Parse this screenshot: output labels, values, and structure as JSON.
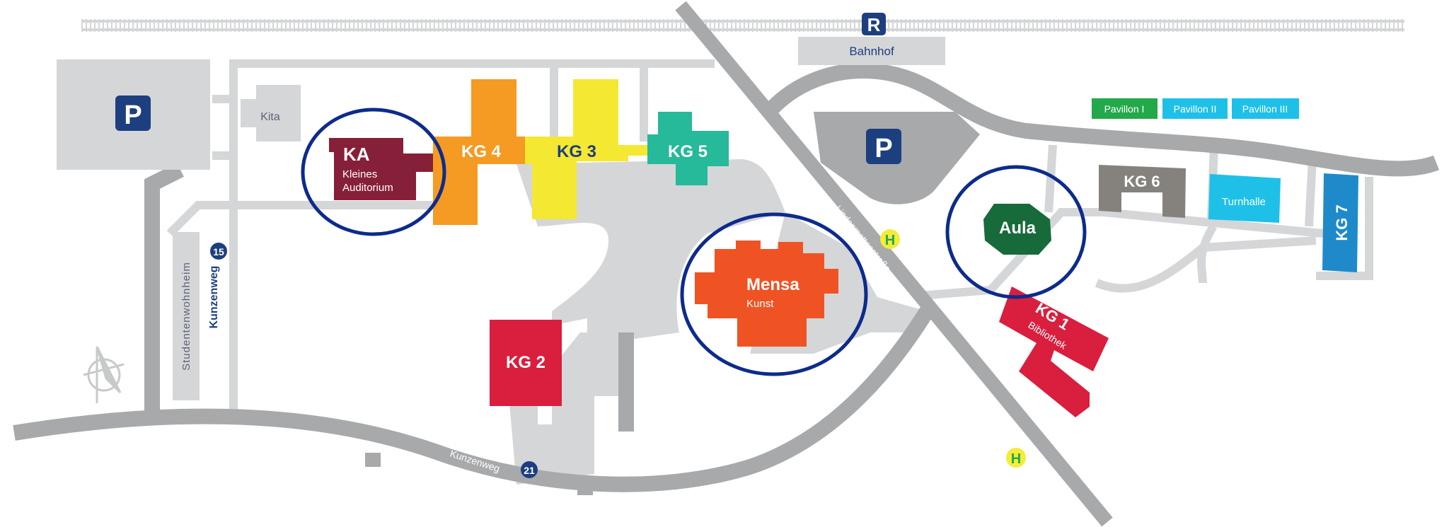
{
  "map": {
    "station": {
      "badge": "R",
      "label": "Bahnhof"
    },
    "parking": [
      "P",
      "P"
    ],
    "buildings": {
      "kita": "Kita",
      "ka": {
        "code": "KA",
        "line1": "Kleines",
        "line2": "Auditorium"
      },
      "kg4": "KG 4",
      "kg3": "KG 3",
      "kg5": "KG 5",
      "mensa": {
        "name": "Mensa",
        "sub": "Kunst"
      },
      "kg2": "KG 2",
      "aula": "Aula",
      "kg1": {
        "code": "KG 1",
        "sub": "Bibliothek"
      },
      "kg6": "KG 6",
      "turnhalle": "Turnhalle",
      "kg7": "KG 7",
      "studentenwohnheim": "Studentenwohnheim",
      "pavillons": [
        "Pavillon I",
        "Pavillon II",
        "Pavillon III"
      ]
    },
    "streets": {
      "kunzenweg_vertical": "Kunzenweg",
      "kunzenweg_bottom": "Kunzenweg",
      "lindenmattenstrasse": "Lindenmattenstraße"
    },
    "badges": {
      "n15": "15",
      "n21": "21"
    },
    "bus_stops": [
      "H",
      "H"
    ]
  },
  "colors": {
    "road": "#a8a9ab",
    "path": "#d5d6d8",
    "navy": "#1d3f7f",
    "highlight_circle": "#0d2b8c",
    "ka": "#862038",
    "kg4": "#f59a23",
    "kg3": "#f5e832",
    "kg5": "#26b99a",
    "mensa": "#ef5324",
    "kg2": "#d91e3e",
    "kg1": "#d91e3e",
    "aula": "#176b3a",
    "kg6": "#85827e",
    "turnhalle": "#1ec0e8",
    "kg7": "#1f8ac9",
    "pavillon_1": "#23a84a",
    "pavillon_2_3": "#1ec0e8",
    "bus_stop": "#f3ec3a"
  }
}
